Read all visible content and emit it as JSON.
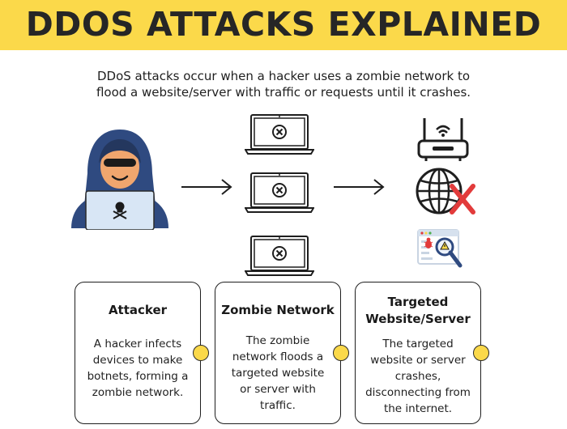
{
  "header": {
    "title": "DDOS ATTACKS EXPLAINED",
    "subtitle_line1": "DDoS attacks occur when a hacker uses a zombie network to",
    "subtitle_line2": "flood a website/server with traffic or requests until it crashes."
  },
  "colors": {
    "banner": "#fbd94a",
    "hoodie": "#2f4a80",
    "skin": "#f0a66e",
    "laptop_screen": "#d8e6f5",
    "red_x": "#e23b3b",
    "ink": "#1e1e1e"
  },
  "icons": {
    "attacker": "hooded-hacker-icon",
    "zombie_device": "infected-laptop-icon",
    "router": "router-icon",
    "globe": "globe-blocked-icon",
    "browser": "browser-bug-icon",
    "arrow": "arrow-right-icon"
  },
  "cards": [
    {
      "title_lines": [
        "Attacker"
      ],
      "body_lines": [
        "A hacker infects",
        "devices to make",
        "botnets, forming a",
        "zombie network."
      ]
    },
    {
      "title_lines": [
        "Zombie Network"
      ],
      "body_lines": [
        "The zombie",
        "network floods a",
        "targeted website",
        "or server with",
        "traffic."
      ]
    },
    {
      "title_lines": [
        "Targeted",
        "Website/Server"
      ],
      "body_lines": [
        "The targeted",
        "website or server",
        "crashes,",
        "disconnecting from",
        "the internet."
      ]
    }
  ]
}
